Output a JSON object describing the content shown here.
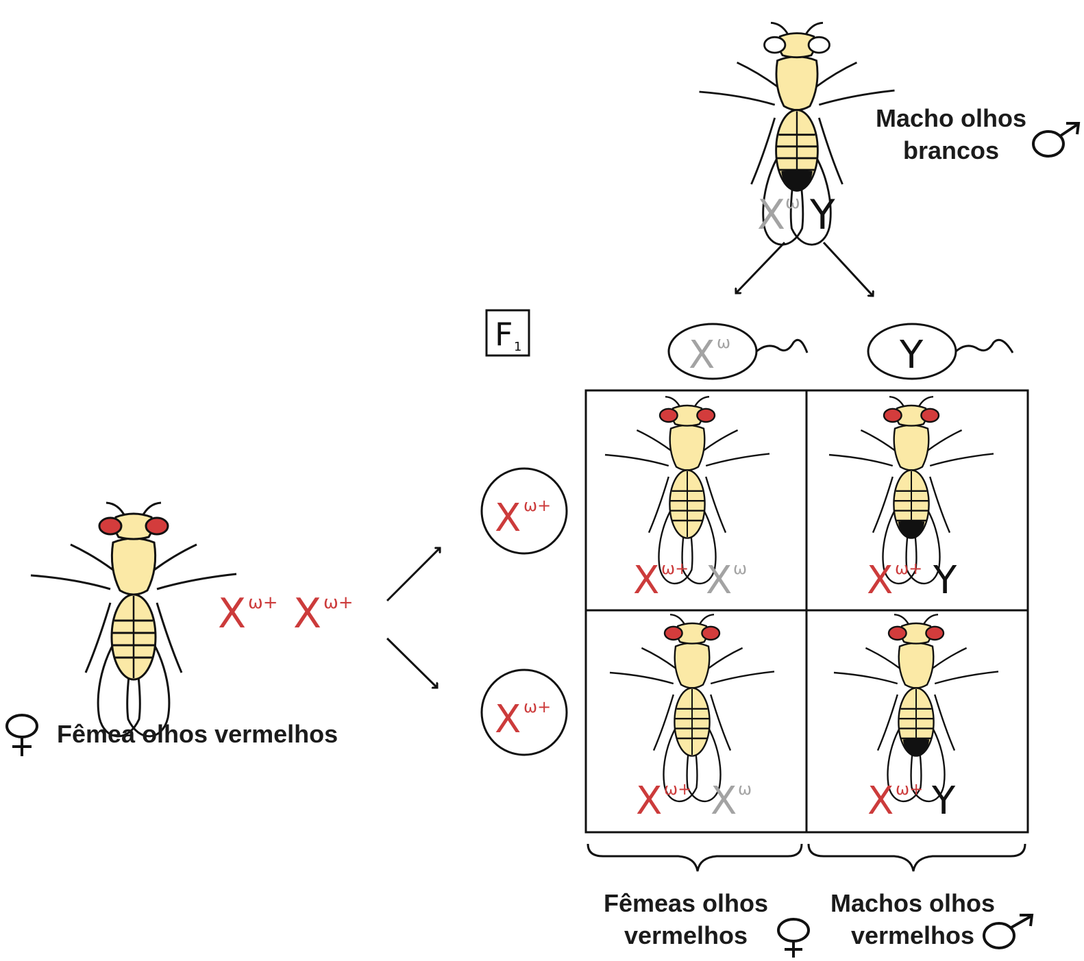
{
  "male_parent": {
    "label_line1": "Macho olhos",
    "label_line2": "brancos",
    "genotype": {
      "x": "X",
      "x_sup": "ω",
      "y": "Y"
    }
  },
  "female_parent": {
    "label": "Fêmea olhos vermelhos",
    "genotype": {
      "x1": "X",
      "sup1": "ω+",
      "x2": "X",
      "sup2": "ω+"
    }
  },
  "generation_label": {
    "letter": "F",
    "sub": "1"
  },
  "gametes": {
    "male": [
      {
        "chrom": "X",
        "sup": "ω"
      },
      {
        "chrom": "Y",
        "sup": ""
      }
    ],
    "female": [
      {
        "chrom": "X",
        "sup": "ω+"
      },
      {
        "chrom": "X",
        "sup": "ω+"
      }
    ]
  },
  "punnett": {
    "r1c1": {
      "a": "X",
      "a_sup": "ω+",
      "b": "X",
      "b_sup": "ω"
    },
    "r1c2": {
      "a": "X",
      "a_sup": "ω+",
      "b": "Y",
      "b_sup": ""
    },
    "r2c1": {
      "a": "X",
      "a_sup": "ω+",
      "b": "X",
      "b_sup": "ω"
    },
    "r2c2": {
      "a": "X",
      "a_sup": "ω+",
      "b": "Y",
      "b_sup": ""
    }
  },
  "offspring_labels": {
    "females_line1": "Fêmeas olhos",
    "females_line2": "vermelhos",
    "males_line1": "Machos olhos",
    "males_line2": "vermelhos"
  },
  "colors": {
    "red_allele": "#cc3b3b",
    "white_allele": "#a3a3a3",
    "ink": "#111111",
    "fly_body": "#fbe9a6",
    "red_eye": "#d33c3c",
    "abdomen_tip": "#111111"
  },
  "icons": [
    "male-symbol-icon",
    "female-symbol-icon",
    "fly-icon",
    "arrow-icon",
    "brace-icon",
    "sperm-icon"
  ]
}
